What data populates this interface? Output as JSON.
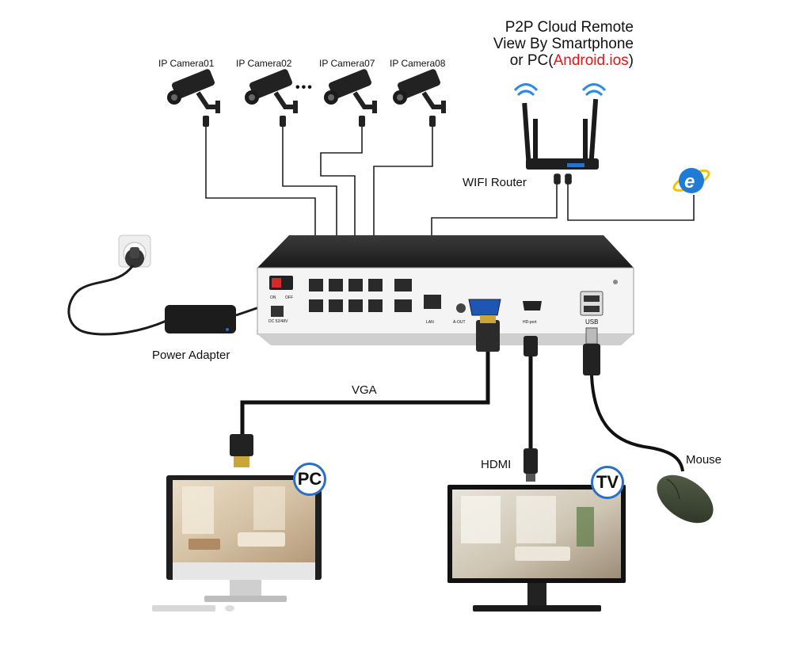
{
  "cameras": [
    {
      "label": "IP Camera01"
    },
    {
      "label": "IP Camera02"
    },
    {
      "label": "IP Camera07"
    },
    {
      "label": "IP Camera08"
    }
  ],
  "camera_gap": "•••",
  "cloud": {
    "line1": "P2P Cloud Remote",
    "line2": "View By Smartphone",
    "line3_prefix": "or PC(",
    "line3_highlight": "Android.ios",
    "line3_suffix": ")",
    "highlight_color": "#e0161b"
  },
  "router": {
    "label": "WIFI Router"
  },
  "power": {
    "label": "Power Adapter"
  },
  "nvr": {
    "port_labels": {
      "dc": "DC 52/48V",
      "lan": "LAN",
      "aout": "A-OUT",
      "hdout": "HD-port",
      "usb": "USB",
      "on": "ON",
      "off": "OFF"
    }
  },
  "cables": {
    "vga": "VGA",
    "hdmi": "HDMI",
    "mouse": "Mouse"
  },
  "displays": {
    "pc_badge": "PC",
    "tv_badge": "TV"
  },
  "colors": {
    "accent_blue": "#2a6fc9",
    "ie_blue": "#1f7bd6",
    "ie_yellow": "#f3c300",
    "mouse": "#3f4a32",
    "vga_connector": "#c9a53a"
  }
}
